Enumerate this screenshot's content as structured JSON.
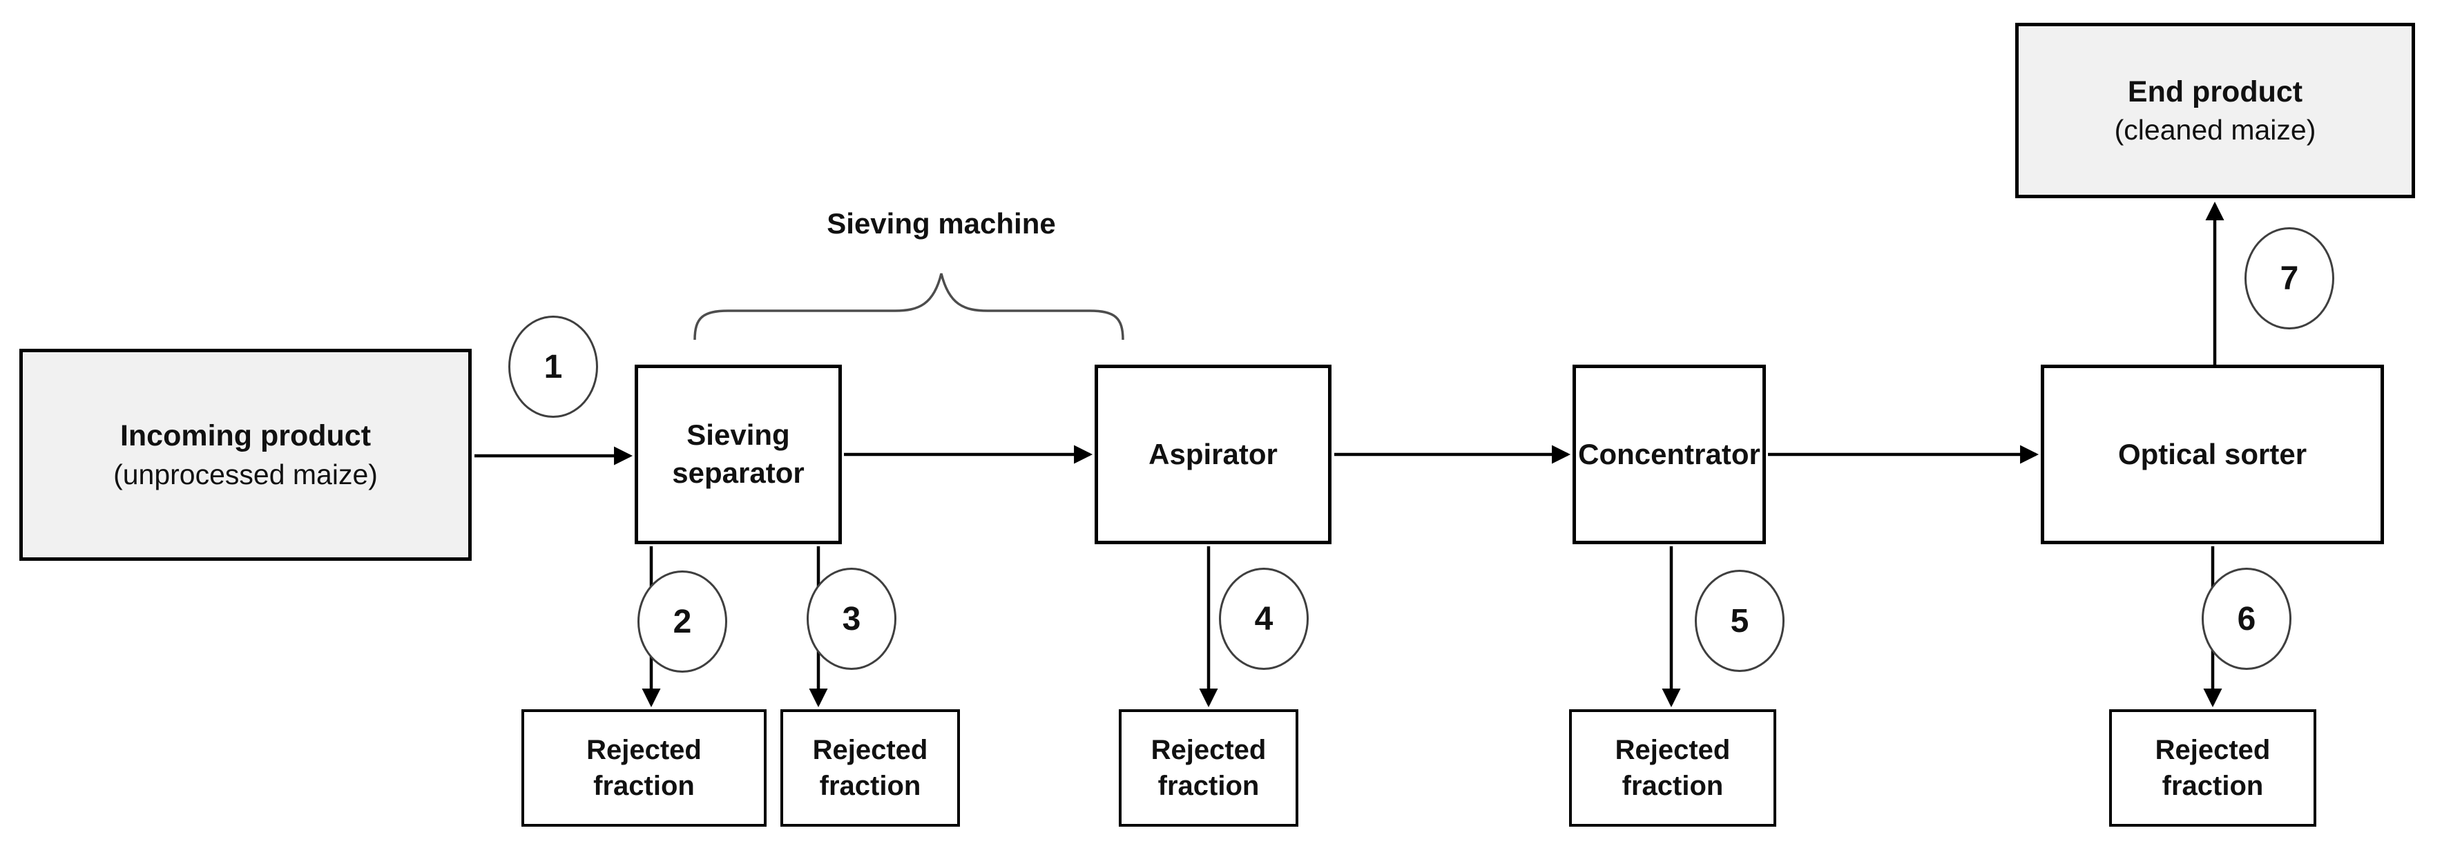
{
  "diagram": {
    "brace_label": "Sieving machine",
    "nodes": {
      "incoming": {
        "title": "Incoming product",
        "subtitle": "(unprocessed maize)"
      },
      "sieving_separator": {
        "line1": "Sieving",
        "line2": "separator"
      },
      "aspirator": {
        "label": "Aspirator"
      },
      "concentrator": {
        "label": "Concentrator"
      },
      "optical_sorter": {
        "label": "Optical sorter"
      },
      "end_product": {
        "title": "End product",
        "subtitle": "(cleaned maize)"
      }
    },
    "rejected": {
      "line1": "Rejected",
      "line2": "fraction"
    },
    "steps": [
      "1",
      "2",
      "3",
      "4",
      "5",
      "6",
      "7"
    ],
    "colors": {
      "terminal_fill": "#f1f1f1",
      "process_fill": "#ffffff",
      "line": "#000000",
      "circle_border": "#3f3f3f",
      "brace": "#4d4d4d"
    }
  }
}
